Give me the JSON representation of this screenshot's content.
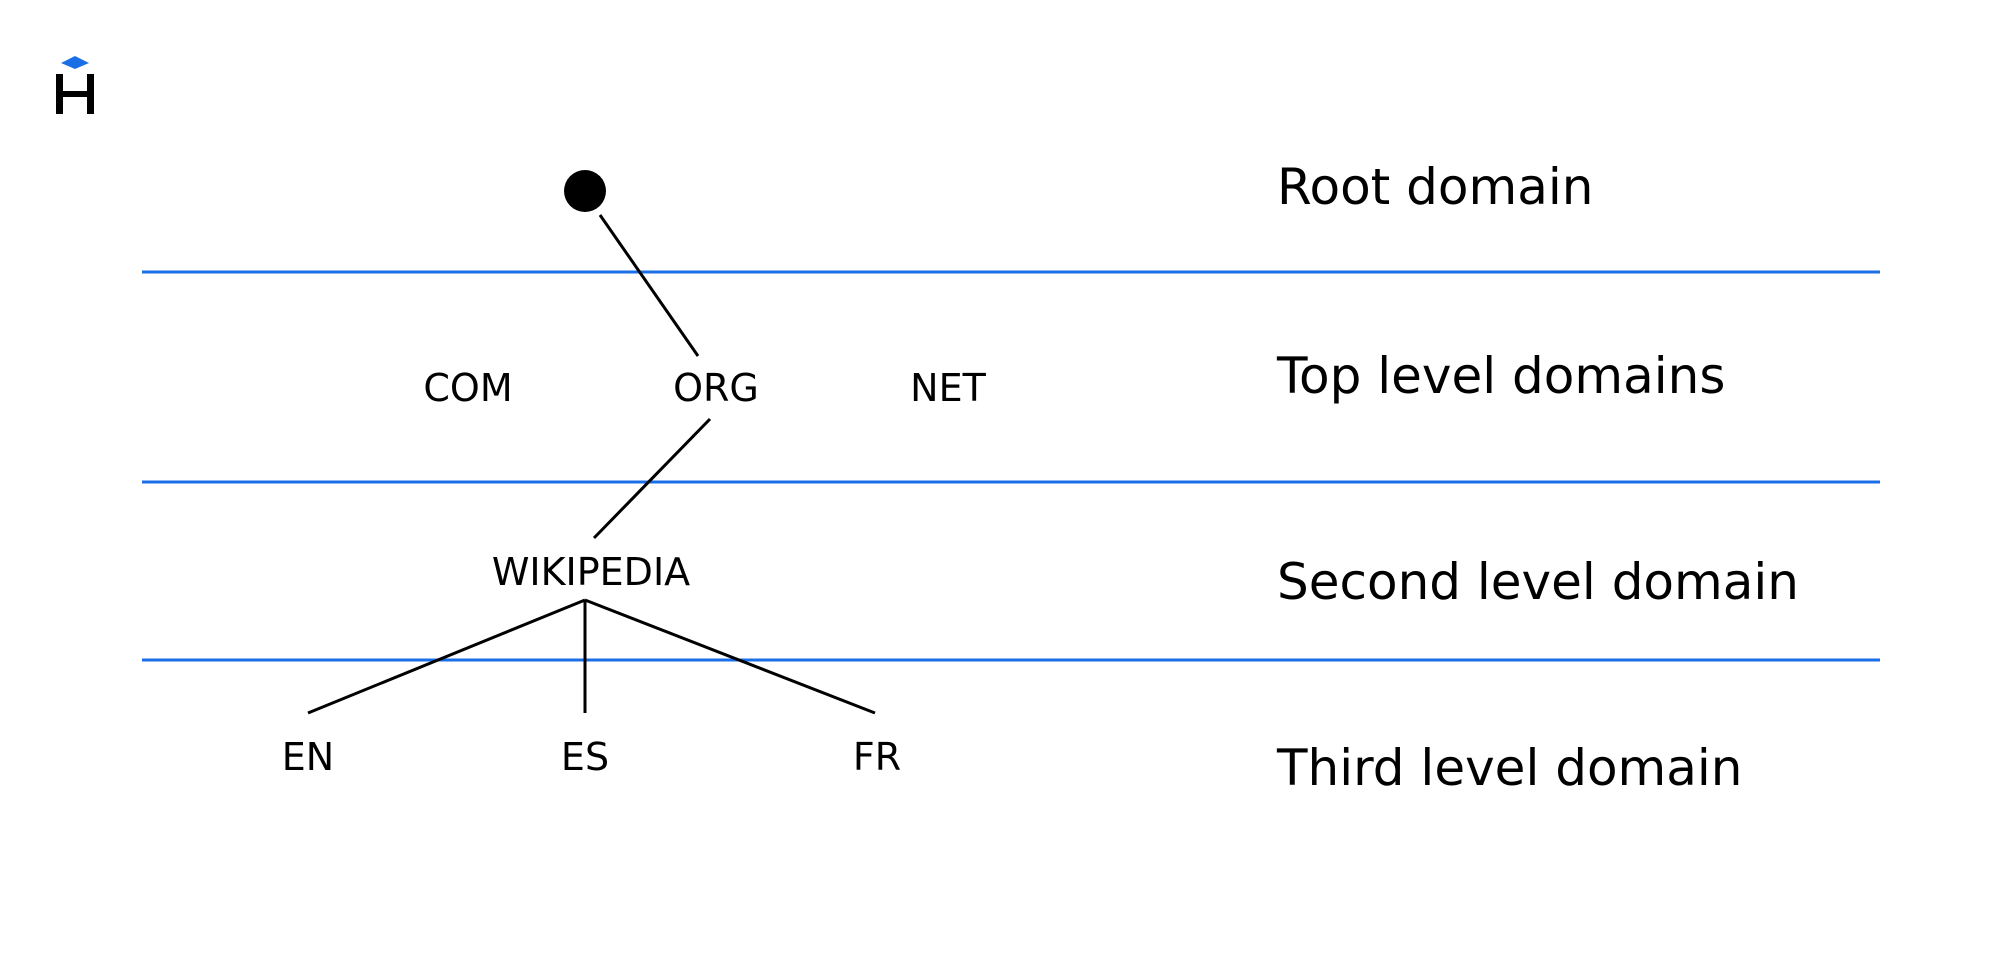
{
  "brand": {
    "logo_icon": "hostinger-h-logo-icon",
    "accent_color": "#1a6fe6"
  },
  "tree": {
    "root": {
      "label": "",
      "icon": "root-dot-icon"
    },
    "top_level": [
      "COM",
      "ORG",
      "NET"
    ],
    "second_level": [
      "WIKIPEDIA"
    ],
    "third_level": [
      "EN",
      "ES",
      "FR"
    ],
    "edges": [
      [
        "root",
        "ORG"
      ],
      [
        "ORG",
        "WIKIPEDIA"
      ],
      [
        "WIKIPEDIA",
        "EN"
      ],
      [
        "WIKIPEDIA",
        "ES"
      ],
      [
        "WIKIPEDIA",
        "FR"
      ]
    ]
  },
  "levels": {
    "root": "Root domain",
    "top": "Top level domains",
    "second": "Second level domain",
    "third": "Third level domain"
  },
  "colors": {
    "divider": "#1a6fe6",
    "edge": "#000000",
    "text": "#000000"
  }
}
